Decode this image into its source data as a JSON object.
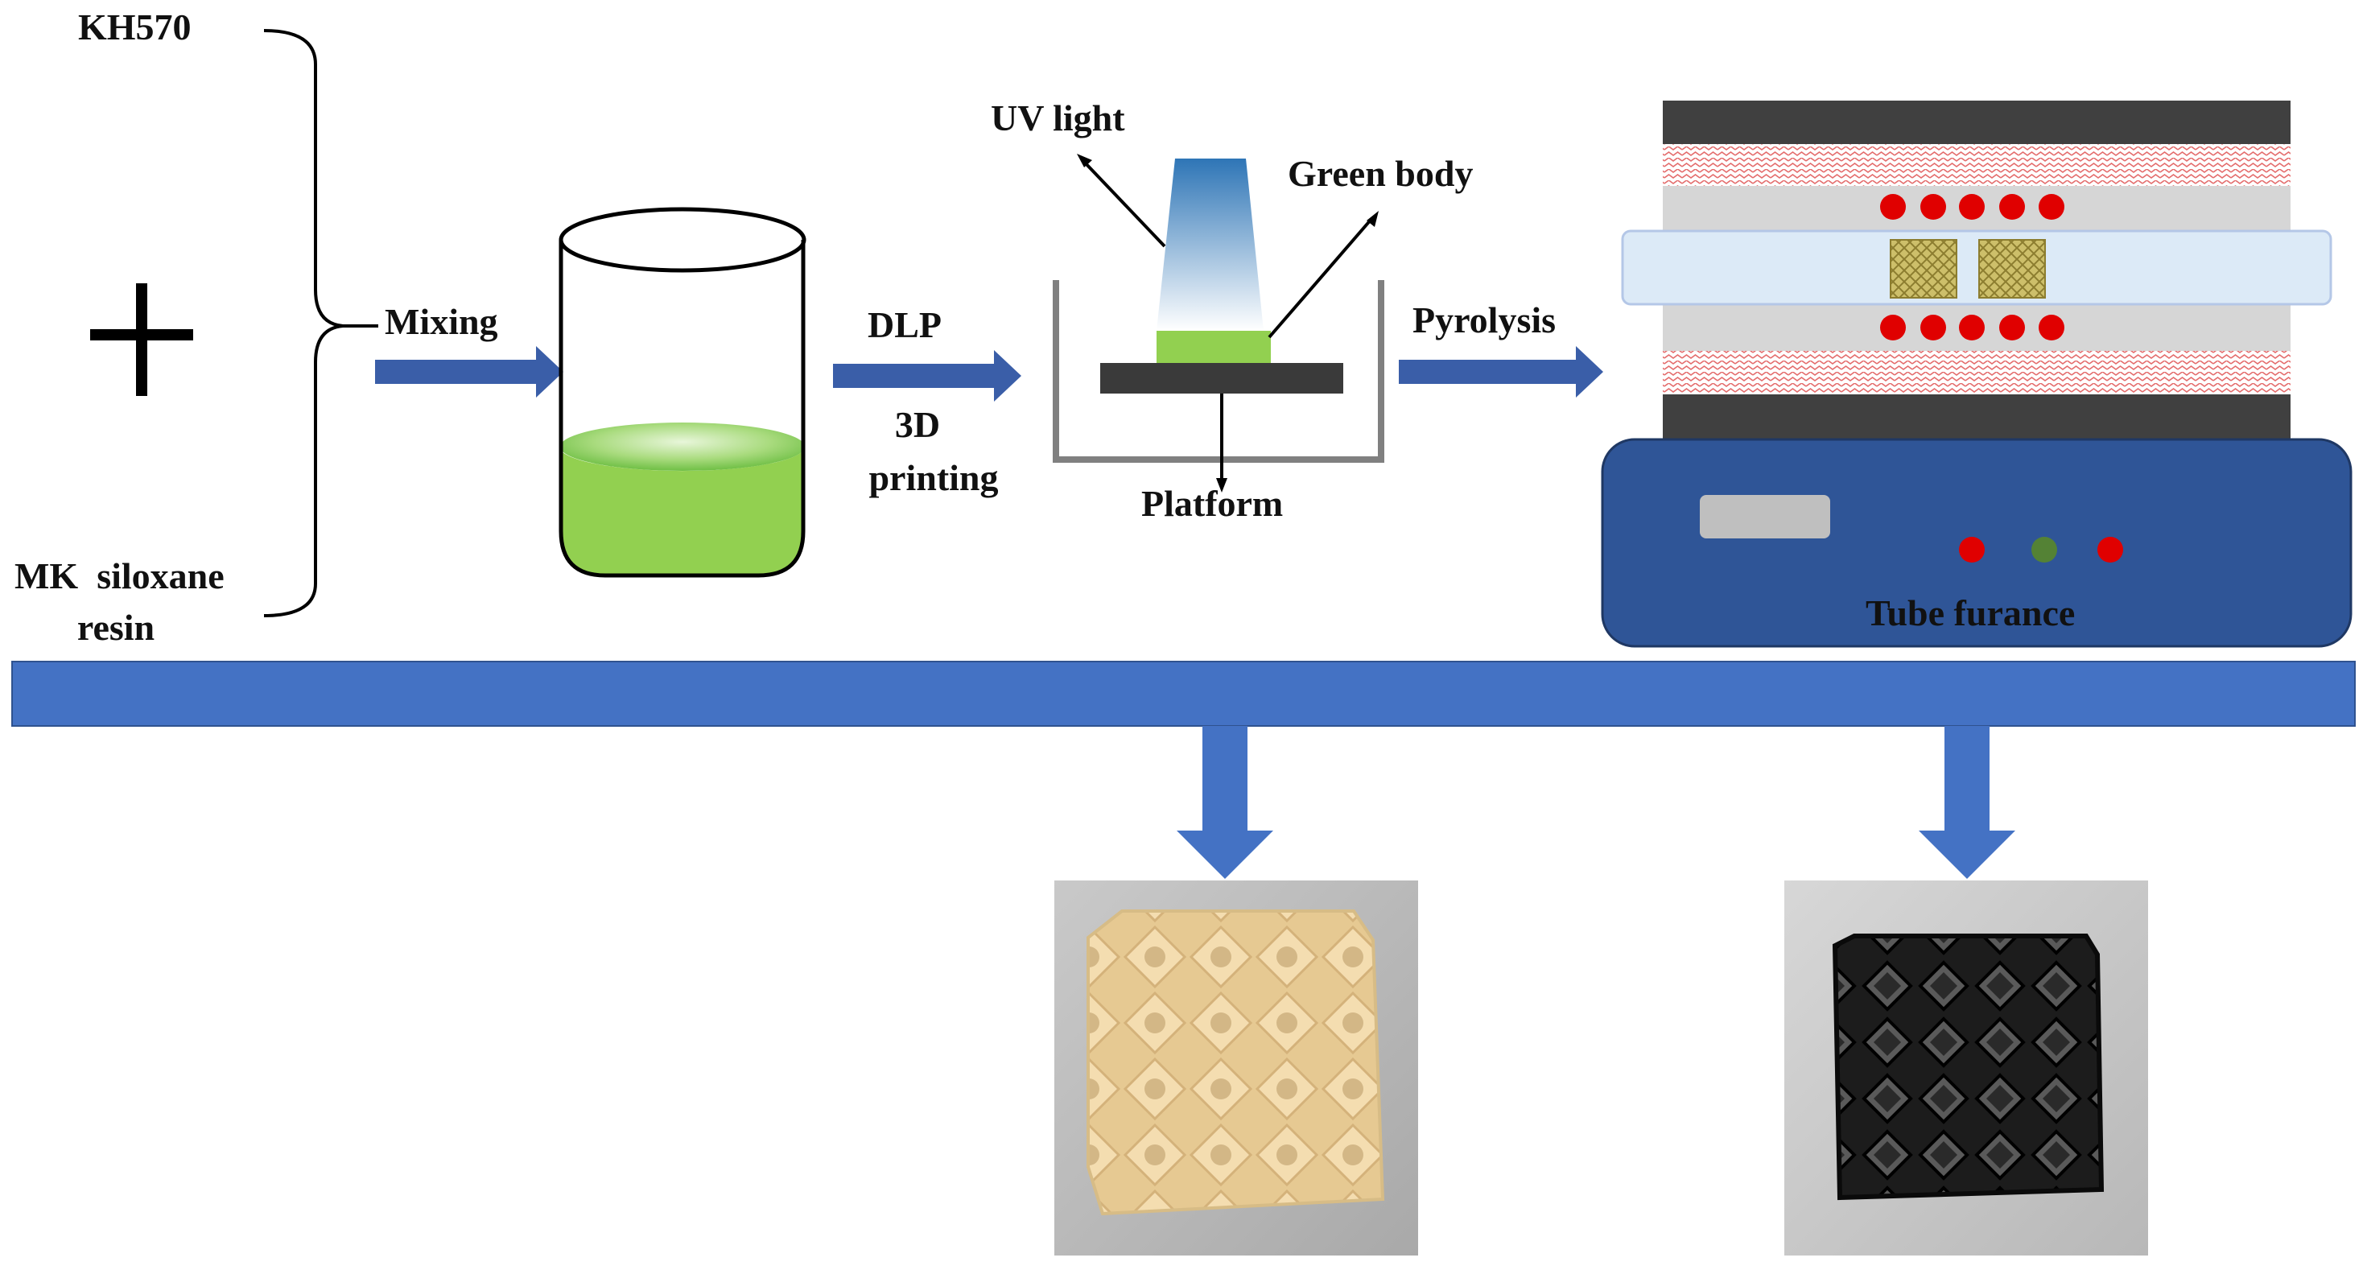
{
  "labels": {
    "kh570": "KH570",
    "mk_resin_line1": "MK  siloxane",
    "mk_resin_line2": "resin",
    "mixing": "Mixing",
    "dlp": "DLP",
    "printing_line1": "3D",
    "printing_line2": "printing",
    "uv_light": "UV light",
    "green_body": "Green body",
    "platform": "Platform",
    "pyrolysis": "Pyrolysis",
    "tube_furnace": "Tube furance"
  },
  "colors": {
    "arrow_blue": "#3A5EA8",
    "bar_blue": "#4472C4",
    "furnace_blue": "#2F5597",
    "resin_green": "#92D050",
    "heater_red": "#E00000",
    "indicator_green": "#548235",
    "display_gray": "#BFBFBF",
    "dark_plate": "#404040"
  },
  "icons": [
    "plus-icon",
    "beaker-icon",
    "dlp-printer-icon",
    "tube-furnace-icon",
    "flow-arrow-icon"
  ],
  "photos": [
    "green-body-lattice-photo",
    "ceramic-lattice-photo"
  ]
}
